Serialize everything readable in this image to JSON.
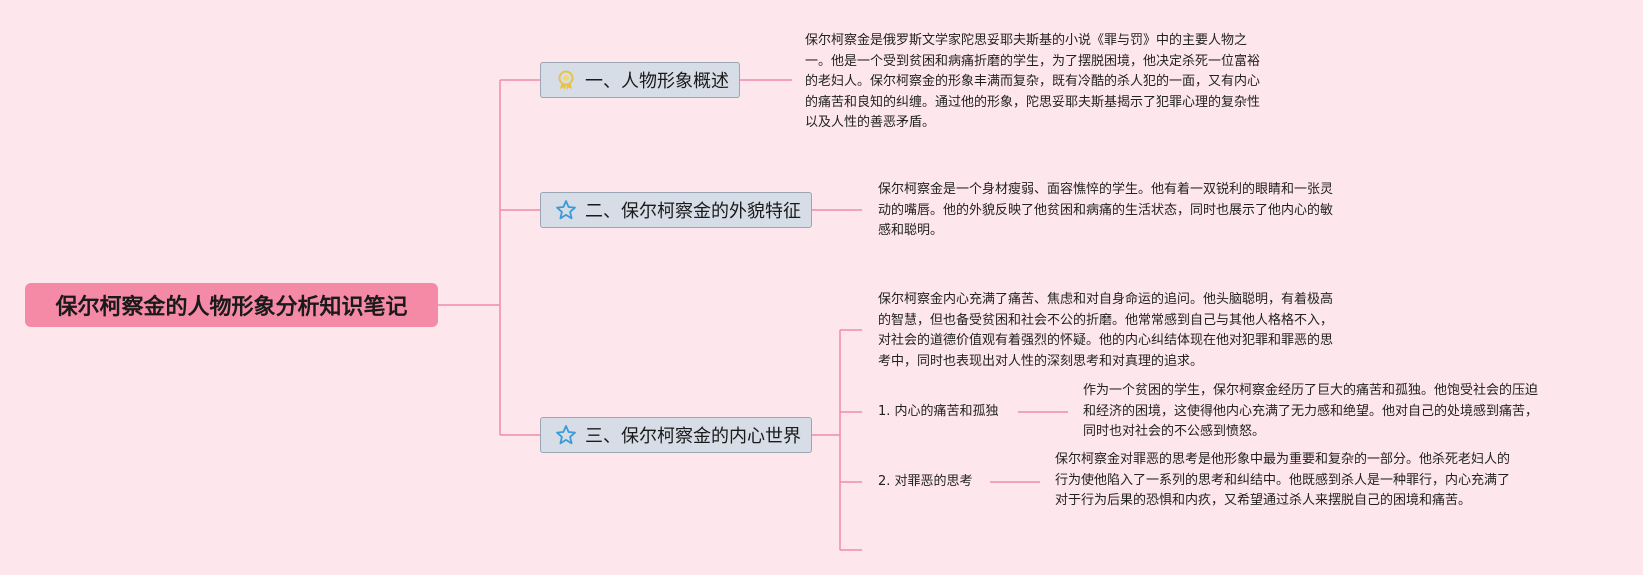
{
  "root": {
    "title": "保尔柯察金的人物形象分析知识笔记"
  },
  "branches": [
    {
      "label": "一、人物形象概述",
      "icon": "award-ribbon-icon",
      "note_lines": [
        "保尔柯察金是俄罗斯文学家陀思妥耶夫斯基的小说《罪与罚》中的主要人物之",
        "一。他是一个受到贫困和病痛折磨的学生，为了摆脱困境，他决定杀死一位富裕",
        "的老妇人。保尔柯察金的形象丰满而复杂，既有冷酷的杀人犯的一面，又有内心",
        "的痛苦和良知的纠缠。通过他的形象，陀思妥耶夫斯基揭示了犯罪心理的复杂性",
        "以及人性的善恶矛盾。"
      ]
    },
    {
      "label": "二、保尔柯察金的外貌特征",
      "icon": "star-icon",
      "note_lines": [
        "保尔柯察金是一个身材瘦弱、面容憔悴的学生。他有着一双锐利的眼睛和一张灵",
        "动的嘴唇。他的外貌反映了他贫困和病痛的生活状态，同时也展示了他内心的敏",
        "感和聪明。"
      ]
    },
    {
      "label": "三、保尔柯察金的内心世界",
      "icon": "star-icon",
      "note_lines": [
        "保尔柯察金内心充满了痛苦、焦虑和对自身命运的追问。他头脑聪明，有着极高",
        "的智慧，但也备受贫困和社会不公的折磨。他常常感到自己与其他人格格不入，",
        "对社会的道德价值观有着强烈的怀疑。他的内心纠结体现在他对犯罪和罪恶的思",
        "考中，同时也表现出对人性的深刻思考和对真理的追求。"
      ],
      "children": [
        {
          "label": "1. 内心的痛苦和孤独",
          "note_lines": [
            "作为一个贫困的学生，保尔柯察金经历了巨大的痛苦和孤独。他饱受社会的压迫",
            "和经济的困境，这使得他内心充满了无力感和绝望。他对自己的处境感到痛苦，",
            "同时也对社会的不公感到愤怒。"
          ]
        },
        {
          "label": "2. 对罪恶的思考",
          "note_lines": [
            "保尔柯察金对罪恶的思考是他形象中最为重要和复杂的一部分。他杀死老妇人的",
            "行为使他陷入了一系列的思考和纠结中。他既感到杀人是一种罪行，内心充满了",
            "对于行为后果的恐惧和内疚，又希望通过杀人来摆脱自己的困境和痛苦。"
          ]
        }
      ]
    }
  ],
  "colors": {
    "background": "#fde6ec",
    "root_fill": "#f48aa6",
    "branch_fill": "#d7dde7",
    "connector": "#f08cab",
    "award_icon": "#e8c24a",
    "star_icon": "#3b9ad9"
  }
}
